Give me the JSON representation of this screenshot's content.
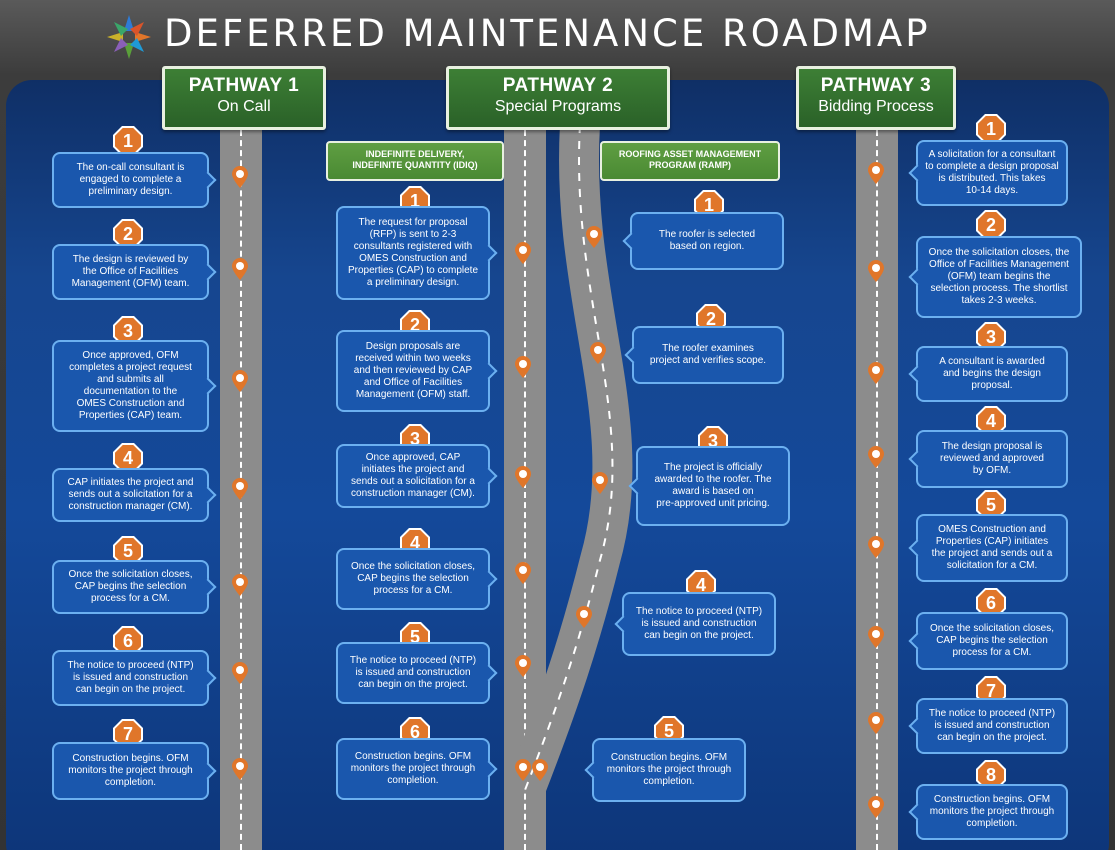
{
  "title": "DEFERRED MAINTENANCE ROADMAP",
  "colors": {
    "panel": "#14499a",
    "box": "#1a57ad",
    "box_border": "#6cb0f0",
    "badge": "#e0762a",
    "header_green": "#2d6a2e",
    "road": "#8c8c8c"
  },
  "pathway1": {
    "label": "PATHWAY 1",
    "sublabel": "On Call",
    "steps": [
      {
        "num": "1",
        "lines": [
          "The on-call consultant is",
          "engaged to complete a",
          "preliminary design."
        ]
      },
      {
        "num": "2",
        "lines": [
          "The design is reviewed by",
          "the Office of Facilities",
          "Management (OFM) team."
        ]
      },
      {
        "num": "3",
        "lines": [
          "Once approved, OFM",
          "completes a project request",
          "and submits  all",
          "documentation to the",
          "OMES Construction and",
          "Properties (CAP) team."
        ]
      },
      {
        "num": "4",
        "lines": [
          "CAP initiates the project and",
          "sends out a solicitation for  a",
          "construction manager (CM)."
        ]
      },
      {
        "num": "5",
        "lines": [
          "Once the solicitation closes,",
          "CAP begins the selection",
          "process for a CM."
        ]
      },
      {
        "num": "6",
        "lines": [
          "The notice to proceed (NTP)",
          "is issued and construction",
          "can begin on the project."
        ]
      },
      {
        "num": "7",
        "lines": [
          "Construction begins. OFM",
          "monitors the project through",
          "completion."
        ]
      }
    ]
  },
  "pathway2": {
    "label": "PATHWAY 2",
    "sublabel": "Special Programs",
    "idiq": {
      "label_lines": [
        "INDEFINITE DELIVERY,",
        "INDEFINITE QUANTITY (IDIQ)"
      ],
      "steps": [
        {
          "num": "1",
          "lines": [
            "The request for proposal",
            "(RFP) is sent to 2-3",
            "consultants registered with",
            "OMES Construction and",
            "Properties (CAP) to complete",
            "a preliminary design."
          ]
        },
        {
          "num": "2",
          "lines": [
            "Design proposals are",
            "received within two weeks",
            "and then reviewed by CAP",
            "and Office of Facilities",
            "Management (OFM) staff."
          ]
        },
        {
          "num": "3",
          "lines": [
            "Once approved, CAP",
            "initiates the project and",
            "sends out a solicitation for a",
            "construction manager (CM)."
          ]
        },
        {
          "num": "4",
          "lines": [
            "Once the solicitation closes,",
            "CAP begins the selection",
            "process for a CM."
          ]
        },
        {
          "num": "5",
          "lines": [
            "The notice to proceed (NTP)",
            "is issued and construction",
            "can begin on the project."
          ]
        },
        {
          "num": "6",
          "lines": [
            "Construction begins. OFM",
            "monitors the project through",
            "completion."
          ]
        }
      ]
    },
    "ramp": {
      "label_lines": [
        "ROOFING ASSET MANAGEMENT",
        "PROGRAM (RAMP)"
      ],
      "steps": [
        {
          "num": "1",
          "lines": [
            "The roofer is selected",
            "based on region."
          ]
        },
        {
          "num": "2",
          "lines": [
            "The roofer examines",
            "project and verifies scope."
          ]
        },
        {
          "num": "3",
          "lines": [
            "The project is officially",
            "awarded to the roofer. The",
            "award is based on",
            "pre-approved unit pricing."
          ]
        },
        {
          "num": "4",
          "lines": [
            "The notice to proceed (NTP)",
            "is issued and construction",
            "can begin on the project."
          ]
        },
        {
          "num": "5",
          "lines": [
            "Construction begins. OFM",
            "monitors the project through",
            "completion."
          ]
        }
      ]
    }
  },
  "pathway3": {
    "label": "PATHWAY 3",
    "sublabel": "Bidding Process",
    "steps": [
      {
        "num": "1",
        "lines": [
          "A solicitation for a consultant",
          "to complete a design proposal",
          "is distributed. This takes",
          "10-14 days."
        ]
      },
      {
        "num": "2",
        "lines": [
          "Once the solicitation closes, the",
          "Office of Facilities Management",
          "(OFM) team begins the",
          "selection process. The shortlist",
          "takes 2-3 weeks."
        ]
      },
      {
        "num": "3",
        "lines": [
          "A consultant is awarded",
          "and begins the design",
          "proposal."
        ]
      },
      {
        "num": "4",
        "lines": [
          "The design proposal is",
          "reviewed and approved",
          "by OFM."
        ]
      },
      {
        "num": "5",
        "lines": [
          "OMES Construction and",
          "Properties (CAP) initiates",
          "the project and sends out a",
          "solicitation for a CM."
        ]
      },
      {
        "num": "6",
        "lines": [
          "Once the solicitation closes,",
          "CAP begins the selection",
          "process for a CM."
        ]
      },
      {
        "num": "7",
        "lines": [
          "The notice to proceed (NTP)",
          "is issued and construction",
          "can begin on the project."
        ]
      },
      {
        "num": "8",
        "lines": [
          "Construction begins. OFM",
          "monitors the project through",
          "completion."
        ]
      }
    ]
  }
}
